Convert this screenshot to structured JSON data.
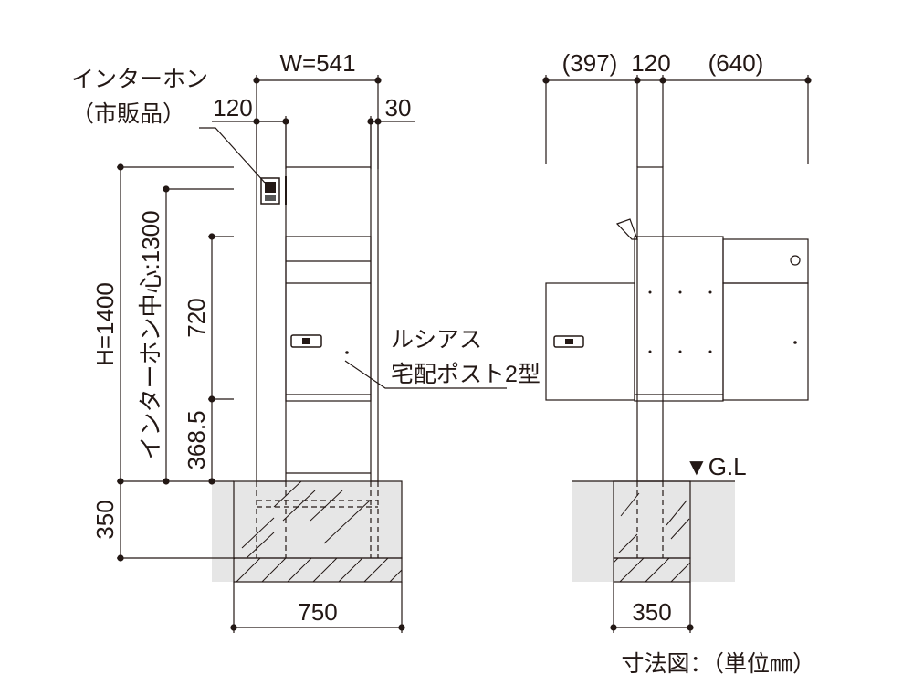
{
  "front_view": {
    "width_total": "W=541",
    "post_width": "120",
    "side_gap": "30",
    "height_total": "H=1400",
    "intercom_center": "インターホン中心:1300",
    "box_height": "720",
    "box_bottom": "368.5",
    "foundation_depth": "350",
    "foundation_width": "750",
    "intercom_label_1": "インターホン",
    "intercom_label_2": "（市販品）",
    "product_label_1": "ルシアス",
    "product_label_2": "宅配ポスト2型"
  },
  "side_view": {
    "left_offset": "(397)",
    "post_width": "120",
    "right_offset": "(640)",
    "ground_label": "▼G.L",
    "foundation_width": "350"
  },
  "caption": "寸法図：（単位㎜）",
  "colors": {
    "line": "#231815",
    "foundation_fill": "#e6e6e6",
    "gravel_fill": "#dcdcdc"
  }
}
